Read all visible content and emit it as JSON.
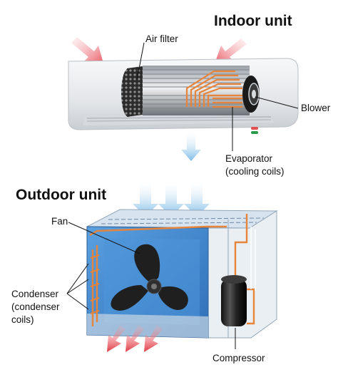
{
  "indoor": {
    "title": "Indoor unit",
    "labels": {
      "air_filter": "Air filter",
      "blower": "Blower",
      "evaporator_1": "Evaporator",
      "evaporator_2": "(cooling coils)"
    }
  },
  "outdoor": {
    "title": "Outdoor unit",
    "labels": {
      "fan": "Fan",
      "condenser_1": "Condenser",
      "condenser_2": "(condenser",
      "condenser_3": "coils)",
      "compressor": "Compressor"
    }
  },
  "colors": {
    "inflow_arrow": "#e8505b",
    "cool_arrow": "#8cc8ee",
    "coil": "#e8843a",
    "box_blue": "#3f86d0",
    "fan_blade": "#1f1f1f",
    "indoor_casing": "#e9ecef"
  },
  "icons": [
    "air-inflow-arrow-icon",
    "cool-air-arrow-icon",
    "hot-air-arrow-icon"
  ]
}
